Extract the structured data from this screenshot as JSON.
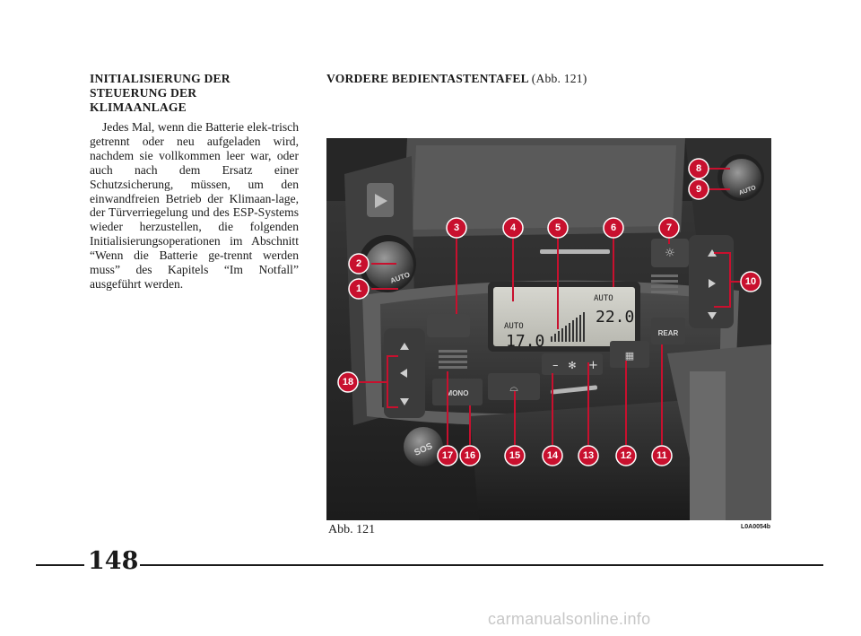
{
  "left_section": {
    "heading": "INITIALISIERUNG DER\nSTEUERUNG DER\nKLIMAANLAGE",
    "body": "Jedes Mal, wenn die Batterie elek-trisch getrennt oder neu aufgeladen wird, nachdem sie vollkommen leer war, oder auch nach dem Ersatz einer Schutzsicherung, müssen, um den einwandfreien Betrieb der Klimaan-lage, der Türverriegelung und des ESP-Systems wieder herzustellen, die folgenden Initialisierungsoperationen im Abschnitt “Wenn die Batterie ge-trennt werden muss” des Kapitels “Im Notfall” ausgeführt werden."
  },
  "right_section": {
    "heading": "VORDERE BEDIENTASTENTAFEL",
    "heading_ref": "(Abb. 121)"
  },
  "figure": {
    "caption": "Abb. 121",
    "code": "L0A0054b",
    "lcd_left_mode": "AUTO",
    "lcd_left_temp": "17.0",
    "lcd_right_mode": "AUTO",
    "lcd_right_temp": "22.0",
    "knob_label": "AUTO",
    "button_mono": "MONO",
    "button_rear": "REAR",
    "button_sos": "SOS",
    "callouts": [
      "1",
      "2",
      "3",
      "4",
      "5",
      "6",
      "7",
      "8",
      "9",
      "10",
      "11",
      "12",
      "13",
      "14",
      "15",
      "16",
      "17",
      "18"
    ],
    "accent_color": "#c8102e"
  },
  "footer": {
    "page_number": "148"
  },
  "watermark": "carmanualsonline.info"
}
